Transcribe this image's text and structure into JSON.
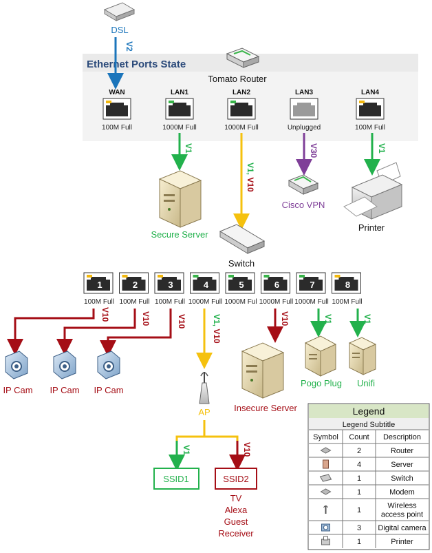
{
  "header": {
    "title": "Ethernet Ports State"
  },
  "router": {
    "label": "Tomato Router"
  },
  "dsl": {
    "label": "DSL",
    "vlan": "V2"
  },
  "router_ports": [
    {
      "name": "WAN",
      "status": "100M Full",
      "led": "#f2b80e"
    },
    {
      "name": "LAN1",
      "status": "1000M Full",
      "led": "#39b54a"
    },
    {
      "name": "LAN2",
      "status": "1000M Full",
      "led": "#39b54a"
    },
    {
      "name": "LAN3",
      "status": "Unplugged",
      "led": ""
    },
    {
      "name": "LAN4",
      "status": "100M Full",
      "led": "#f2b80e"
    }
  ],
  "links": {
    "lan1": "V1",
    "lan2": "V1, V10",
    "lan3": "V30",
    "lan4": "V1",
    "p1": "V10",
    "p2": "V10",
    "p3": "V10",
    "p4": "V1, V10",
    "p6": "V10",
    "p7": "V1",
    "p8": "V1",
    "ssid1": "V1",
    "ssid2": "V10"
  },
  "devices": {
    "secure_server": "Secure Server",
    "cisco_vpn": "Cisco VPN",
    "printer": "Printer",
    "switch": "Switch",
    "ip_cam_1": "IP Cam",
    "ip_cam_2": "IP Cam",
    "ip_cam_3": "IP Cam",
    "ap": "AP",
    "insecure_server": "Insecure Server",
    "pogo_plug": "Pogo Plug",
    "unifi": "Unifi",
    "ssid1": "SSID1",
    "ssid2": "SSID2",
    "ssid2_clients": [
      "TV",
      "Alexa",
      "Guest",
      "Receiver"
    ]
  },
  "switch_ports": [
    {
      "num": "1",
      "status": "100M Full",
      "led": "#f2b80e"
    },
    {
      "num": "2",
      "status": "100M Full",
      "led": "#f2b80e"
    },
    {
      "num": "3",
      "status": "100M Full",
      "led": "#f2b80e"
    },
    {
      "num": "4",
      "status": "1000M Full",
      "led": "#39b54a"
    },
    {
      "num": "5",
      "status": "1000M Ful",
      "led": "#39b54a"
    },
    {
      "num": "6",
      "status": "1000M Full",
      "led": "#39b54a"
    },
    {
      "num": "7",
      "status": "1000M Full",
      "led": "#39b54a"
    },
    {
      "num": "8",
      "status": "100M Full",
      "led": "#f2b80e"
    }
  ],
  "legend": {
    "title": "Legend",
    "subtitle": "Legend Subtitle",
    "headers": [
      "Symbol",
      "Count",
      "Description"
    ],
    "rows": [
      {
        "icon": "router-icon",
        "count": "2",
        "desc": [
          "Router"
        ]
      },
      {
        "icon": "server-icon",
        "count": "4",
        "desc": [
          "Server"
        ]
      },
      {
        "icon": "switch-icon",
        "count": "1",
        "desc": [
          "Switch"
        ]
      },
      {
        "icon": "modem-icon",
        "count": "1",
        "desc": [
          "Modem"
        ]
      },
      {
        "icon": "wireless-access-point-icon",
        "count": "1",
        "desc": [
          "Wireless",
          "access point"
        ]
      },
      {
        "icon": "camera-icon",
        "count": "3",
        "desc": [
          "Digital camera"
        ]
      },
      {
        "icon": "printer-icon",
        "count": "1",
        "desc": [
          "Printer"
        ]
      }
    ]
  },
  "colors": {
    "blue": "#1b75bb",
    "green": "#22b14c",
    "red": "#a50e16",
    "yellow": "#f5c10e",
    "purple": "#7f3f98",
    "title": "#2b4a7a"
  }
}
